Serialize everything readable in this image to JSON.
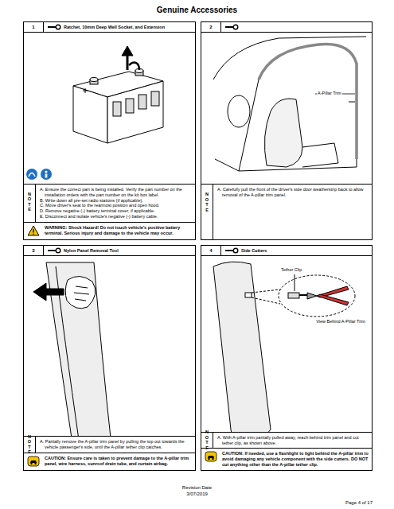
{
  "diagram": {
    "title": "Genuine Accessories",
    "nodes": [
      {
        "text": [
          "1",
          "Ratchet, 10mm Deep Well Socket, and Extension"
        ]
      },
      {
        "text": [
          "A. Ensure the correct part is being installed. Verify the part number on the installation orders with the part number on the kit box label.",
          "B. Write down all pre-set radio stations (if applicable).",
          "C. Move driver's seat to the rearmost position and open hood.",
          "D. Remove negative (-) battery terminal cover, if applicable.",
          "E. Disconnect and isolate vehicle's negative (-) battery cable."
        ],
        "in": 0
      },
      {
        "text": [
          "WARNING: Shock Hazard! Do not touch vehicle's positive battery terminal. Serious injury and damage to the vehicle may occur."
        ],
        "in": 0
      },
      {
        "text": [
          "2"
        ]
      },
      {
        "text": [
          "A. Carefully pull the front of the driver's side door weatherstrip back to allow removal of the A-pillar trim panel."
        ],
        "in": 3
      },
      {
        "text": [
          "3",
          "Nylon Panel Removal Tool"
        ]
      },
      {
        "text": [
          "A. Partially remove the A-pillar trim panel by pulling the top out towards the vehicle passenger's side, until the A-pillar tether clip catches."
        ],
        "in": 5
      },
      {
        "text": [
          "CAUTION: Ensure care is taken to prevent damage to the A-pillar trim panel, wire harness, sunroof drain tube, and curtain airbag."
        ],
        "in": 5
      },
      {
        "text": [
          "4",
          "Side Cutters"
        ]
      },
      {
        "text": [
          "A. With A-pillar trim partially pulled away, reach behind trim panel and cut tether clip, as shown above."
        ],
        "in": 8
      },
      {
        "text": [
          "CAUTION: If needed, use a flashlight to light behind the A-pillar trim to avoid damaging any vehicle component with the side cutters. DO NOT cut anything other than the A-pillar tether clip."
        ],
        "in": 8
      }
    ],
    "labels": [
      "N",
      "O",
      "T",
      "E",
      "A-Pillar Trim",
      "N",
      "O",
      "T",
      "E",
      "N",
      "O",
      "T",
      "E",
      "Tether Clip",
      "View Behind A-Pillar Trim",
      "N",
      "O",
      "T",
      "E",
      "Revision Date",
      "3/07/2019",
      "Page 4 of 17"
    ]
  }
}
